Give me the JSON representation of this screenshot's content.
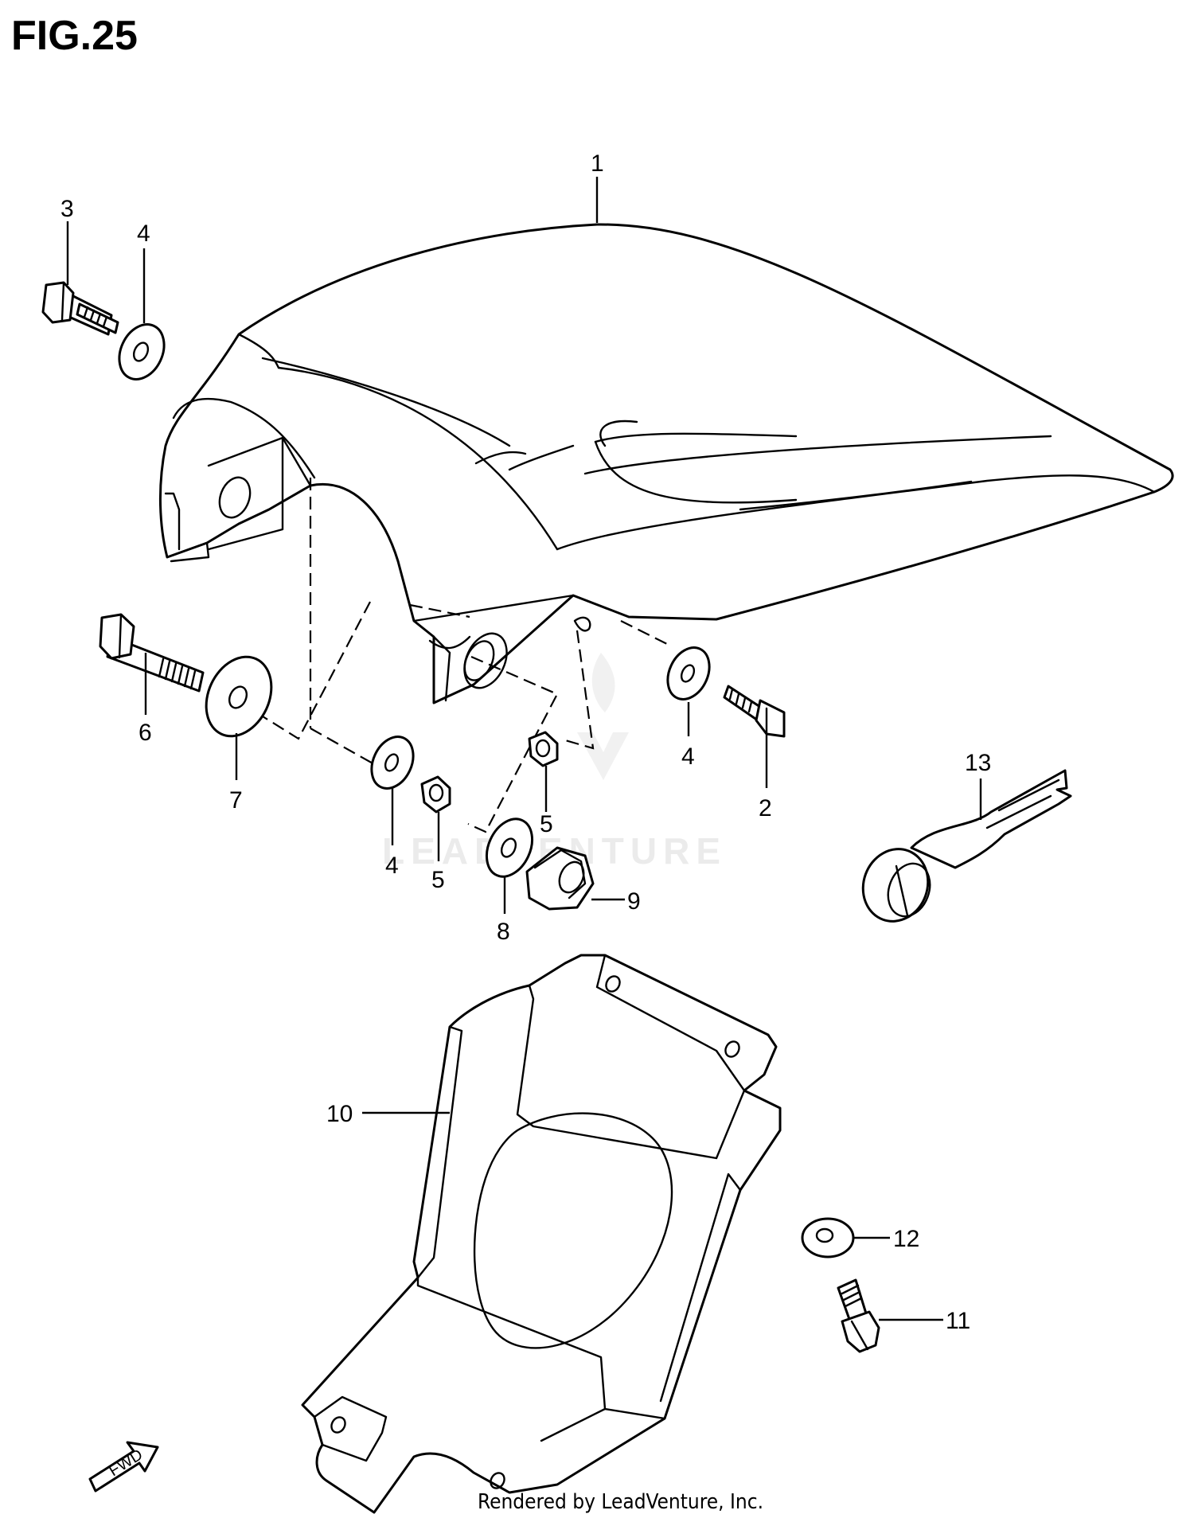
{
  "figure": {
    "title": "FIG.25",
    "footer": "Rendered by LeadVenture, Inc.",
    "watermark": "LEADVENTURE",
    "direction_label": "FWD"
  },
  "callouts": [
    {
      "id": "1",
      "text": "1"
    },
    {
      "id": "2",
      "text": "2"
    },
    {
      "id": "3",
      "text": "3"
    },
    {
      "id": "4a",
      "text": "4"
    },
    {
      "id": "4b",
      "text": "4"
    },
    {
      "id": "4c",
      "text": "4"
    },
    {
      "id": "5a",
      "text": "5"
    },
    {
      "id": "5b",
      "text": "5"
    },
    {
      "id": "6",
      "text": "6"
    },
    {
      "id": "7",
      "text": "7"
    },
    {
      "id": "8",
      "text": "8"
    },
    {
      "id": "9",
      "text": "9"
    },
    {
      "id": "10",
      "text": "10"
    },
    {
      "id": "11",
      "text": "11"
    },
    {
      "id": "12",
      "text": "12"
    },
    {
      "id": "13",
      "text": "13"
    }
  ]
}
